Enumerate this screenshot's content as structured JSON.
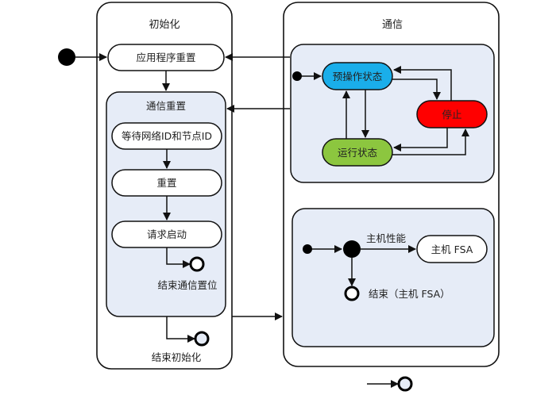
{
  "colors": {
    "container_fill": "#e6ecf7",
    "preop_fill": "#1aaeea",
    "run_fill": "#8cc63f",
    "stop_fill": "#ff0000",
    "state_fill": "#ffffff",
    "line": "#111111"
  },
  "init": {
    "title": "初始化",
    "app_reset": "应用程序重置",
    "comm_reset": {
      "title": "通信重置",
      "wait": "等待网络ID和节点ID",
      "reset": "重置",
      "request": "请求启动",
      "end_label": "结束通信置位"
    },
    "end_label": "结束初始化"
  },
  "comm": {
    "title": "通信",
    "states": {
      "preop": "预操作状态",
      "stop": "停止",
      "run": "运行状态"
    },
    "host": {
      "guard": "主机性能",
      "fsa": "主机 FSA",
      "end_label": "结束（主机 FSA）"
    }
  }
}
